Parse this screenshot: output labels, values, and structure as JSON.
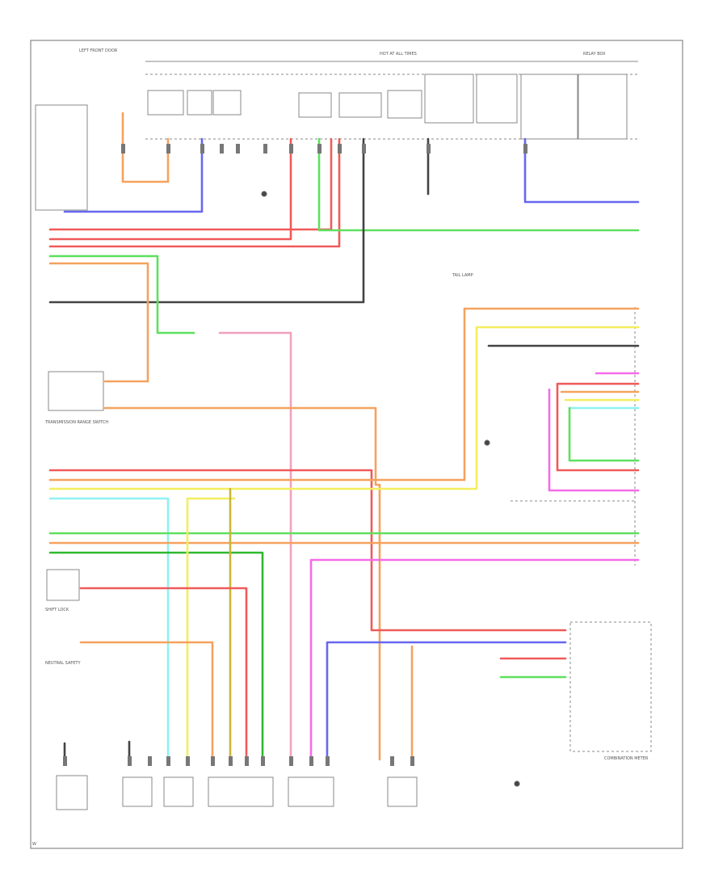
{
  "diagram": {
    "footer_id": "W",
    "top_labels": {
      "left_front_door": "LEFT FRONT DOOR",
      "hot_at_all_times": "HOT AT ALL TIMES",
      "relay_box": "RELAY BOX"
    },
    "component_labels": {
      "transmission_range_switch": "TRANSMISSION RANGE SWITCH",
      "tail_lamp": "TAIL LAMP",
      "combination_meter": "COMBINATION METER",
      "shift_lock": "SHIFT LOCK",
      "neutral_safety": "NEUTRAL SAFETY"
    },
    "wire_colors": {
      "orange": "#f5a25e",
      "blue": "#6767f0",
      "red": "#f05a5a",
      "green": "#5ee05e",
      "yellow": "#f2ee5e",
      "pink": "#f46be8",
      "cyan": "#8ff2f2",
      "gray": "#444444",
      "olive": "#c9b63a",
      "lightpink": "#f2a0c0",
      "darkgreen": "#2fb82f"
    }
  }
}
